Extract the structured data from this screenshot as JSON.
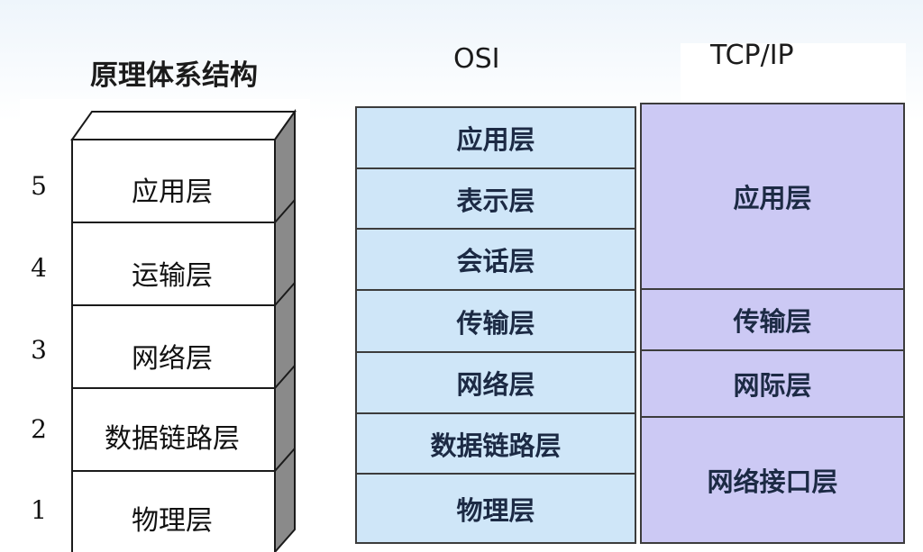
{
  "titles": {
    "left": "原理体系结构",
    "osi": "OSI",
    "tcpip": "TCP/IP"
  },
  "five_layer": {
    "numbers": [
      "5",
      "4",
      "3",
      "2",
      "1"
    ],
    "layers": [
      "应用层",
      "运输层",
      "网络层",
      "数据链路层",
      "物理层"
    ]
  },
  "osi": {
    "layers": [
      "应用层",
      "表示层",
      "会话层",
      "传输层",
      "网络层",
      "数据链路层",
      "物理层"
    ]
  },
  "tcpip": {
    "layers": [
      "应用层",
      "传输层",
      "网际层",
      "网络接口层"
    ]
  },
  "colors": {
    "osi_fill": "#cfe6f8",
    "tcpip_fill": "#ccc9f4",
    "box_front": "#ffffff",
    "box_side": "#8a8a8a",
    "border": "#1a1a1a"
  }
}
